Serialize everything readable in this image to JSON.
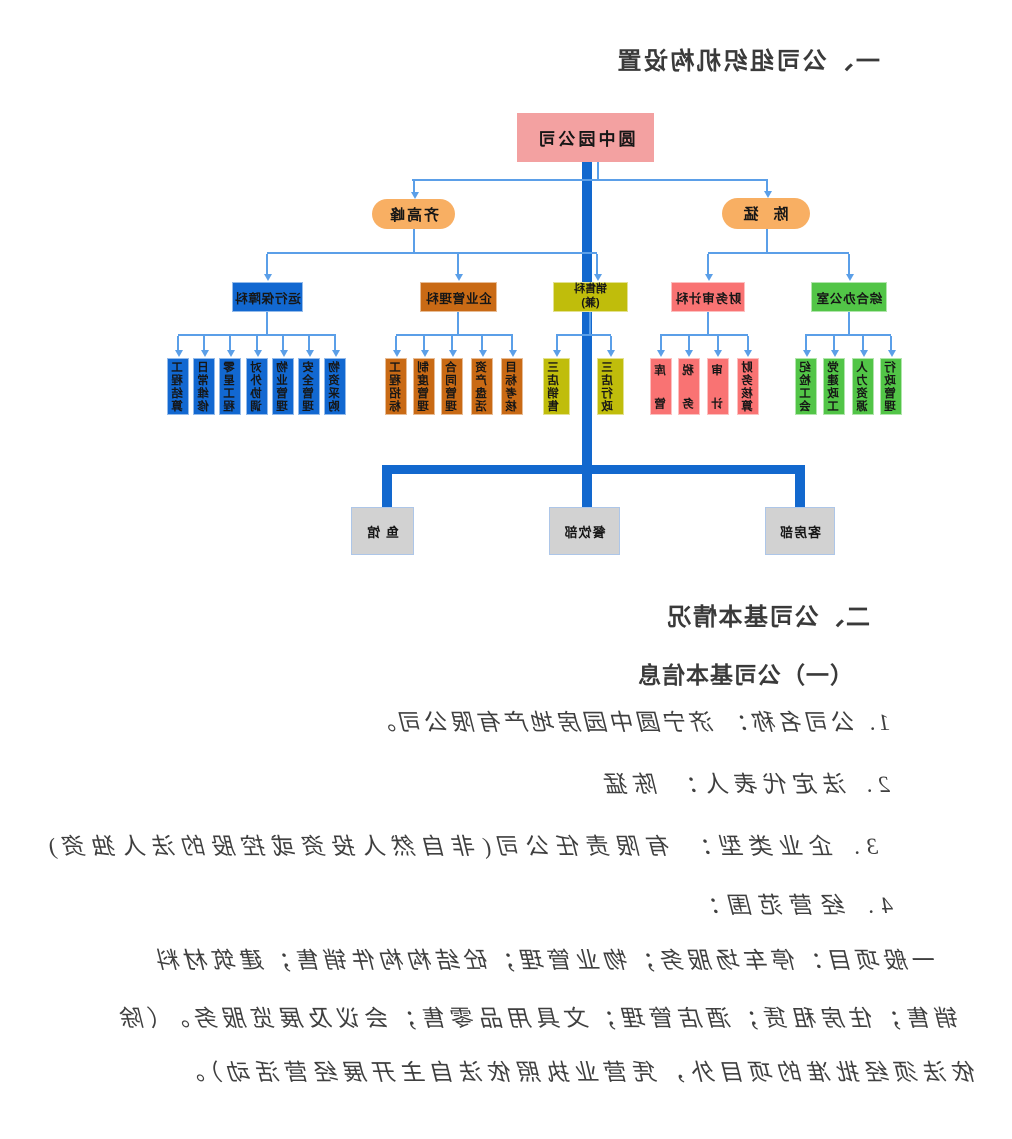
{
  "doc": {
    "section1_title": "一、公司组织机构设置",
    "section2_title": "二、公司基本情况",
    "subsection_title": "（一）公司基本信息",
    "items": [
      "1. 公司名称： 济宁圆中园房地产有限公司。",
      "2. 法定代表人： 陈猛",
      "3. 企业类型： 有限责任公司(非自然人投资或控股的法人独资)",
      "4. 经营范围："
    ],
    "scope_lines": [
      "一般项目：停车场服务；物业管理；砼结构构件销售；建筑材料",
      "销售；住房租赁；酒店管理；文具用品零售；会议及展览服务。（除",
      "依法须经批准的项目外，凭营业执照依法自主开展经营活动）。"
    ]
  },
  "org_chart": {
    "root": {
      "label": "圆中园公司",
      "color": "#F3A1A1"
    },
    "leaders": [
      {
        "label": "陈　猛",
        "color": "#F8AF63"
      },
      {
        "label": "齐高峰",
        "color": "#F8AF63"
      }
    ],
    "groups": [
      {
        "label": "综合办公室",
        "color": "#52C547",
        "children": [
          "行政管理",
          "人力资源",
          "党建政工",
          "纪检工会"
        ]
      },
      {
        "label": "财务审计科",
        "color": "#F97373",
        "children": [
          "财务核算",
          "审计",
          "税务",
          "库管"
        ]
      },
      {
        "label": "销售科",
        "label2": "(兼)",
        "color": "#C0BD0B",
        "children": [
          "三店行政",
          "三店销售"
        ]
      },
      {
        "label": "企业管理科",
        "color": "#C96A15",
        "children": [
          "目标考核",
          "资产盘活",
          "合同管理",
          "制度管理",
          "工程招标"
        ]
      },
      {
        "label": "运行保障科",
        "color": "#1268D1",
        "children": [
          "物资采购",
          "安全管理",
          "物业管理",
          "对外协调",
          "零星工程",
          "日常维修",
          "工程结算"
        ]
      }
    ],
    "bottom_units": [
      "客房部",
      "餐饮部",
      "鱼 馆"
    ],
    "connector_color": "#5B9FE8",
    "trunk_color": "#1268CE"
  }
}
